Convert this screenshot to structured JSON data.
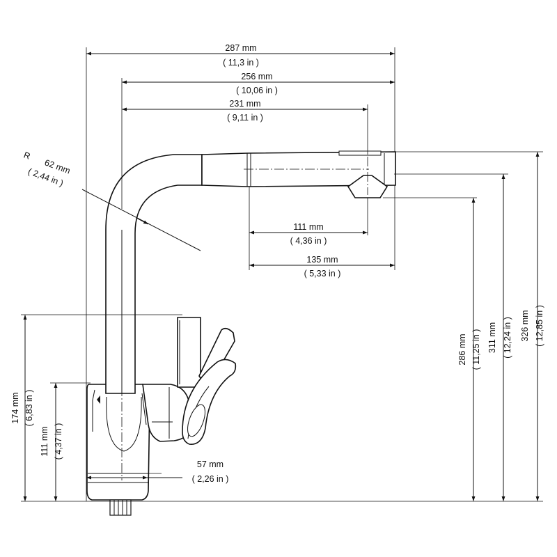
{
  "dimensions": {
    "overall_width": {
      "mm": "287 mm",
      "in": "( 11,3 in )"
    },
    "width_256": {
      "mm": "256 mm",
      "in": "( 10,06 in )"
    },
    "reach_231": {
      "mm": "231 mm",
      "in": "( 9,11 in )"
    },
    "radius": {
      "prefix": "R",
      "mm": "62 mm",
      "in": "( 2,44 in )"
    },
    "spray_111": {
      "mm": "111 mm",
      "in": "( 4,36 in )"
    },
    "spray_135": {
      "mm": "135 mm",
      "in": "( 5,33 in )"
    },
    "height_286": {
      "mm": "286 mm",
      "in": "( 11,25 in )"
    },
    "height_311": {
      "mm": "311 mm",
      "in": "( 12,24 in )"
    },
    "height_326": {
      "mm": "326 mm",
      "in": "( 12,85 in )"
    },
    "lever_174": {
      "mm": "174 mm",
      "in": "( 6,83 in )"
    },
    "base_111": {
      "mm": "111 mm",
      "in": "( 4,37 in )"
    },
    "base_57": {
      "mm": "57 mm",
      "in": "( 2,26 in )"
    }
  }
}
